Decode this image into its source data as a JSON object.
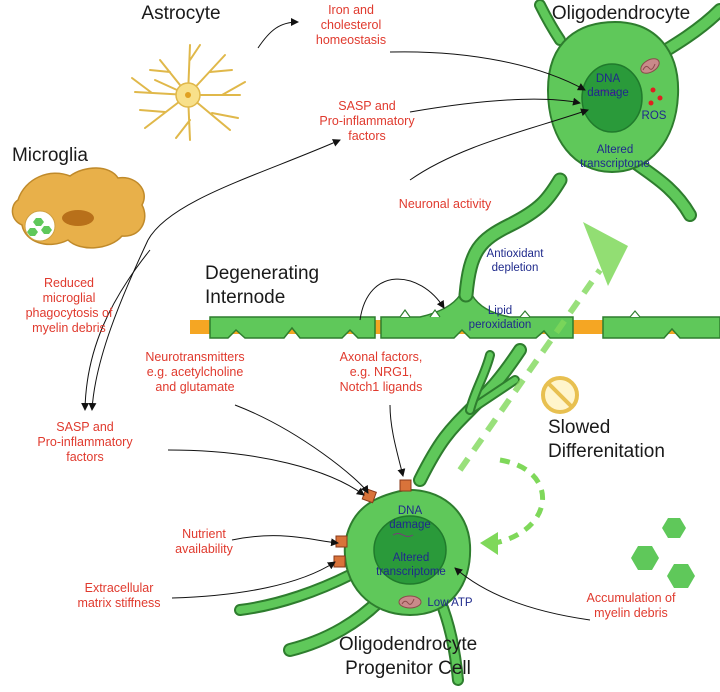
{
  "titles": {
    "astrocyte": "Astrocyte",
    "oligodendrocyte": "Oligodendrocyte",
    "microglia": "Microglia",
    "degenerating_internode": "Degenerating\nInternode",
    "slowed_differentiation": "Slowed\nDifferenitation",
    "opc": "Oligodendrocyte\nProgenitor Cell"
  },
  "factors": {
    "iron_cholesterol": "Iron and\ncholesterol\nhomeostasis",
    "sasp_top": "SASP and\nPro-inflammatory\nfactors",
    "neuronal_activity": "Neuronal activity",
    "reduced_phagocytosis": "Reduced\nmicroglial\nphagocytosis of\nmyelin debris",
    "neurotransmitters": "Neurotransmitters\ne.g. acetylcholine\nand glutamate",
    "axonal_factors": "Axonal factors,\ne.g. NRG1,\nNotch1 ligands",
    "sasp_bottom": "SASP and\nPro-inflammatory\nfactors",
    "nutrient": "Nutrient\navailability",
    "ecm_stiffness": "Extracellular\nmatrix stiffness",
    "myelin_debris": "Accumulation of\nmyelin debris"
  },
  "cell_labels": {
    "ol_dna_damage": "DNA\ndamage",
    "ol_ros": "ROS",
    "ol_altered_transcriptome": "Altered\ntranscriptome",
    "antioxidant_depletion": "Antioxidant\ndepletion",
    "lipid_peroxidation": "Lipid\nperoxidation",
    "opc_dna_damage": "DNA\ndamage",
    "opc_altered_transcriptome": "Altered\ntranscriptome",
    "opc_low_atp": "Low ATP"
  },
  "colors": {
    "cell_green": "#5fc85a",
    "cell_outline": "#2e7d2e",
    "nucleus_green": "#2a9a3a",
    "axon_orange": "#f5a623",
    "factor_text": "#e03a2e",
    "cell_text": "#1f2a8c",
    "astrocyte_yellow": "#f8e08a",
    "microglia_tan": "#e8b04a",
    "receptor": "#d9733a"
  },
  "icons": [
    "mitochondrion-icon",
    "no-entry-icon",
    "myelin-debris-icon",
    "phagocytosed-debris-icon"
  ]
}
